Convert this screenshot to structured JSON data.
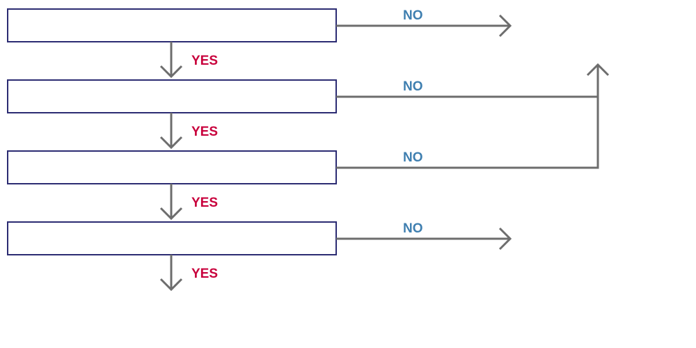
{
  "colors": {
    "yes": "#c8003c",
    "no": "#3f7fb0",
    "box_border": "#2b2b72",
    "arrow": "#6d6d6d"
  },
  "steps": [
    {
      "text": "",
      "yes_label": "YES",
      "no_label": "NO"
    },
    {
      "text": "",
      "yes_label": "YES",
      "no_label": "NO"
    },
    {
      "text": "",
      "yes_label": "YES",
      "no_label": "NO"
    },
    {
      "text": "",
      "yes_label": "YES",
      "no_label": "NO"
    }
  ]
}
